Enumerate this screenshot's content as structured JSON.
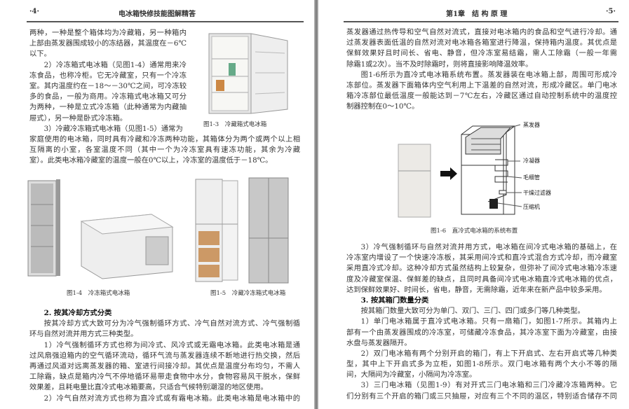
{
  "left": {
    "page_number": "·4·",
    "running_title": "电冰箱快修技能图解精答",
    "block1": [
      {
        "indent": false,
        "lines": [
          "两种，一种是整个箱体均为冷藏箱，另一种箱内",
          "上部由蒸发器围成较小的冻结器，其温度在－6℃",
          "以下。"
        ]
      },
      {
        "indent": true,
        "lines": [
          "2）冷冻箱式电冰箱（见图1-4）通常用来冷",
          "冻食品，也称冷柜。它无冷藏室，只有一个冷冻",
          "室。其内温度约在－18～－30℃之间，可冷冻较",
          "多的食品，一般为商用。冷冻箱式电冰箱又可分",
          "为两种，一种是立式冷冻箱（此种通常为内藏抽",
          "屉式），另一种是卧式冷冻箱。"
        ]
      },
      {
        "indent": true,
        "lines": [
          "3）冷藏冷冻箱式电冰箱（见图1-5）通常为"
        ]
      }
    ],
    "block1_wide": [
      {
        "indent": false,
        "lines": [
          "家庭使用的电冰箱，同时具有冷藏和冷冻两种功能，其箱体分为两个或两个以上相",
          "互隔离的小室，各室温度不同（其中一个为冷冻室具有速冻功能，其余为冷藏",
          "室）。此类电冰箱冷藏室的温度一般在0℃以上，冷冻室的温度低于－18℃。"
        ]
      }
    ],
    "fig13_caption": "图1-3　冷藏箱式电冰箱",
    "fig14_caption": "图1-4　冷冻箱式电冰箱",
    "fig15_caption": "图1-5　冷藏冷冻箱式电冰箱",
    "block2": [
      {
        "indent": true,
        "bold": true,
        "lines": [
          "2. 按其冷却方式分类"
        ]
      },
      {
        "indent": true,
        "lines": [
          "按其冷却方式大致可分为冷气强制循环方式、冷气自然对流方式、冷气强制循",
          "环与自然对流并用方式三种类型。"
        ]
      },
      {
        "indent": true,
        "lines": [
          "1）冷气强制循环方式也称为间冷式、风冷式或无霜电冰箱。此类电冰箱是通",
          "过风扇强迫箱内的空气循环流动，循环气流与蒸发器连续不断地进行热交换，然后",
          "再通过风道对远离蒸发器的箱、室进行间接冷却。其优点是温度分布均匀，不需人",
          "工除霜，缺点是箱内冷气不停地循环易带走食物中水分，食物容易风干脱水，保鲜",
          "效果差，且耗电量比直冷式电冰箱要高，只适合气候特别潮湿的地区使用。"
        ]
      },
      {
        "indent": true,
        "lines": [
          "2）冷气自然对流方式也称为直冷式或有霜电冰箱。此类电冰箱是电冰箱中的"
        ],
        "cont": true
      }
    ]
  },
  "right": {
    "page_number": "·5·",
    "running_title": "第1章　结 构 原 理",
    "block1": [
      {
        "indent": false,
        "lines": [
          "蒸发器通过热传导和空气自然对流式，直接对电冰箱内的食品和空气进行冷却。通",
          "过蒸发器表面低温的自然对流对电冰箱各箱室进行降温，保持箱内温度。其优点是",
          "保鲜效果好且时间长、省电、静音，但冷冻室易结霜，需人工除霜（一般一年需",
          "除霜1或2次）。当不及时除霜时，则将直接影响降温效率。"
        ]
      },
      {
        "indent": true,
        "lines": [
          "图1-6所示为直冷式电冰箱系统布置。蒸发器装在电冰箱上部，周围可形成冷",
          "冻部位。蒸发器下面箱体内空气利用上下温差的自然对流，形成冷藏区。单门电冰",
          "箱冷冻部位最低温度一般能达到－7℃左右，冷藏区通过自动控制系统中的温度控",
          "制器控制在0～10℃。"
        ]
      }
    ],
    "fig16_caption": "图1-6　直冷式电冰箱的系统布置",
    "fig16_labels": [
      "蒸发器",
      "冷凝器",
      "毛细管",
      "干燥过滤器",
      "压缩机"
    ],
    "block2": [
      {
        "indent": true,
        "lines": [
          "3）冷气强制循环与自然对流并用方式，电冰箱在间冷式电冰箱的基础上，在",
          "冷冻室内增设了一个快速冷冻板，其采用间冷式和直冷式混合方式冷却，而冷藏室",
          "采用直冷式冷却。这种冷却方式虽然结构上较复杂，但弥补了间冷式电冰箱冷冻速",
          "度及冷藏室保温、保鲜差的缺点，且同时具备间冷式电冰箱直冷式电冰箱的优点，",
          "达到保鲜效果好、时间长，省电，静音，无需除霜，近年来在新产品中较多采用。"
        ]
      },
      {
        "indent": true,
        "bold": true,
        "lines": [
          "3. 按其箱门数量分类"
        ]
      },
      {
        "indent": true,
        "lines": [
          "按其箱门数量大致可分为单门、双门、三门、四门或多门等几种类型。"
        ]
      },
      {
        "indent": true,
        "lines": [
          "1）单门电冰箱属于直冷式电冰箱。只有一扇箱门，如图1-7所示。其箱内上",
          "部有一个由蒸发器围成的冷冻室，可储藏冷冻食品，其冷冻室下面为冷藏室，由接",
          "水盘与蒸发器隔开。"
        ]
      },
      {
        "indent": true,
        "lines": [
          "2）双门电冰箱有两个分别开启的箱门，有上下开启式、左右开启式等几种类",
          "型，其中上下开启式多为立柜，如图1-8所示。双门电冰箱有两个大小不等的隔",
          "间，大隔间为冷藏室，小隔间为冷冻室。"
        ]
      },
      {
        "indent": true,
        "lines": [
          "3）三门电冰箱（见图1-9）有对开式三门电冰箱和三门冷藏冷冻箱两种。它",
          "们分别有三个开启的箱门或三只抽屉，对应有三个不同的温区，特别适合储存不同"
        ],
        "cont": true
      }
    ]
  }
}
